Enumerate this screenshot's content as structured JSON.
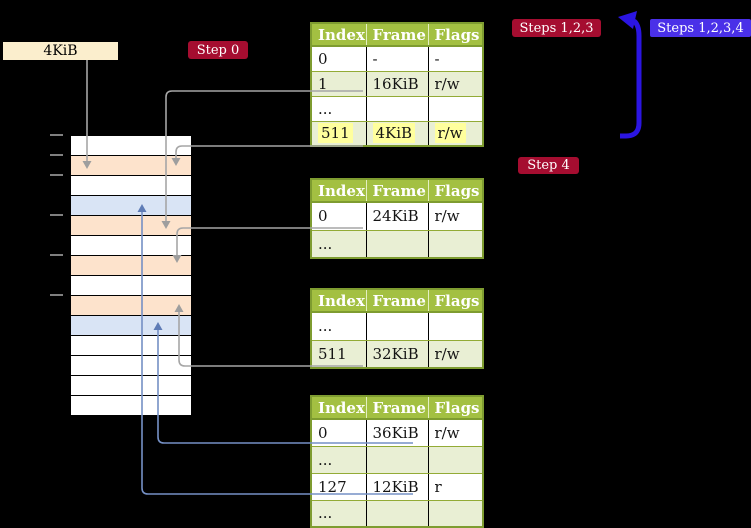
{
  "labels": {
    "frame_size": "4KiB",
    "step0": "Step 0",
    "steps123": "Steps 1,2,3",
    "steps1234": "Steps 1,2,3,4",
    "step4": "Step 4"
  },
  "memory": {
    "cells": [
      {
        "type": "free"
      },
      {
        "type": "page-table"
      },
      {
        "type": "free"
      },
      {
        "type": "mapped-page"
      },
      {
        "type": "page-table"
      },
      {
        "type": "free"
      },
      {
        "type": "page-table"
      },
      {
        "type": "free"
      },
      {
        "type": "page-table"
      },
      {
        "type": "mapped-page"
      },
      {
        "type": "free"
      },
      {
        "type": "free"
      },
      {
        "type": "free"
      },
      {
        "type": "free"
      }
    ]
  },
  "tables": [
    {
      "headers": [
        "Index",
        "Frame",
        "Flags"
      ],
      "rows": [
        {
          "cells": [
            "0",
            "-",
            "-"
          ]
        },
        {
          "cells": [
            "1",
            "16KiB",
            "r/w"
          ]
        },
        {
          "cells": [
            "...",
            "",
            ""
          ]
        },
        {
          "cells": [
            "511",
            "4KiB",
            "r/w"
          ],
          "highlighted": true
        }
      ]
    },
    {
      "headers": [
        "Index",
        "Frame",
        "Flags"
      ],
      "rows": [
        {
          "cells": [
            "0",
            "24KiB",
            "r/w"
          ]
        },
        {
          "cells": [
            "...",
            "",
            ""
          ]
        }
      ]
    },
    {
      "headers": [
        "Index",
        "Frame",
        "Flags"
      ],
      "rows": [
        {
          "cells": [
            "...",
            "",
            ""
          ]
        },
        {
          "cells": [
            "511",
            "32KiB",
            "r/w"
          ]
        }
      ]
    },
    {
      "headers": [
        "Index",
        "Frame",
        "Flags"
      ],
      "rows": [
        {
          "cells": [
            "0",
            "36KiB",
            "r/w"
          ]
        },
        {
          "cells": [
            "...",
            "",
            ""
          ]
        },
        {
          "cells": [
            "127",
            "12KiB",
            "r"
          ]
        },
        {
          "cells": [
            "...",
            "",
            ""
          ]
        }
      ]
    }
  ],
  "colors": {
    "background": "#000000",
    "table_header_green": "#a3c042",
    "table_row_alt": "#e9efd4",
    "page_table_fill": "#fde3cc",
    "mapped_page_fill": "#d9e4f5",
    "highlight_yellow": "#ffff9d",
    "frame_label_beige": "#fbeecd",
    "step_chip_red": "#a50d30",
    "steps_chip_blue": "#4a30e8",
    "loop_arrow_blue": "#2b15e2",
    "connector_gray": "#a6a6a6",
    "connector_blue": "#7590c5"
  }
}
